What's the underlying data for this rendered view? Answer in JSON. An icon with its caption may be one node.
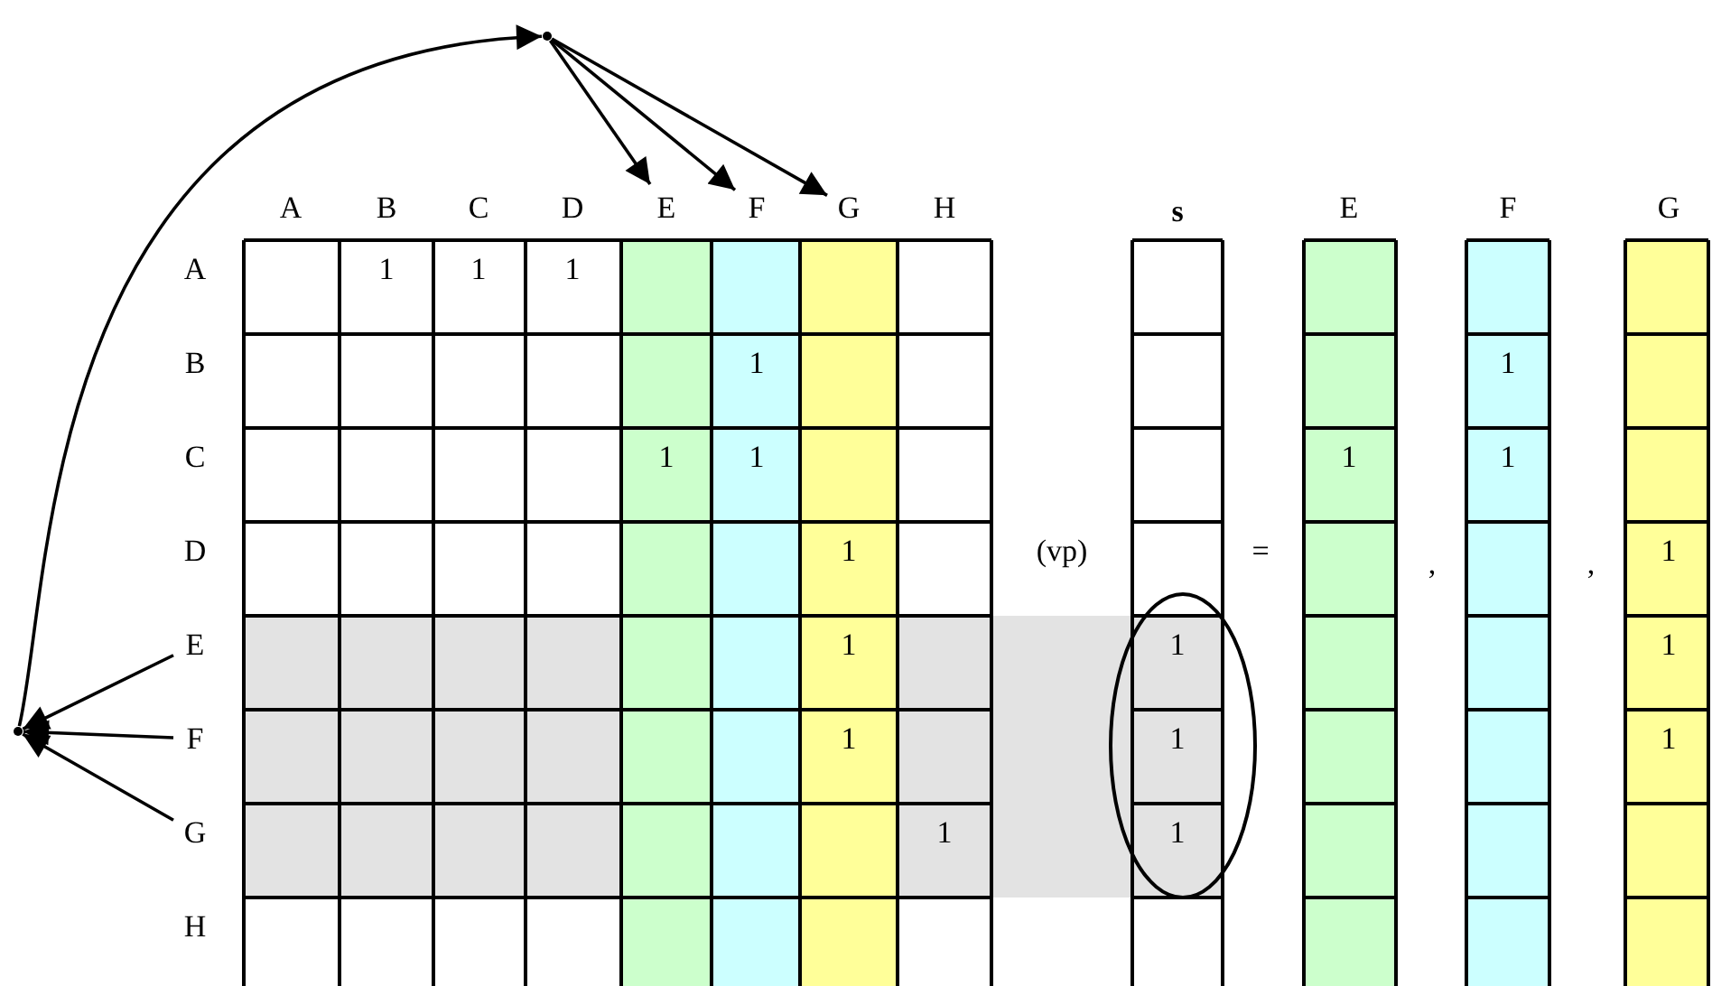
{
  "diagram": {
    "nodes": [
      {
        "text": [],
        "shape": "point"
      },
      {
        "text": [],
        "shape": "point"
      },
      {
        "text": [
          "E"
        ]
      },
      {
        "text": [
          "F"
        ]
      },
      {
        "text": [
          "G"
        ]
      },
      {
        "text": [
          "E"
        ]
      },
      {
        "text": [
          "F"
        ]
      },
      {
        "text": [
          "G"
        ]
      }
    ],
    "edges": [
      {
        "from": 1,
        "to": 0,
        "arrow": "to"
      },
      {
        "from": 0,
        "to": 2,
        "arrow": "to"
      },
      {
        "from": 0,
        "to": 3,
        "arrow": "to"
      },
      {
        "from": 0,
        "to": 4,
        "arrow": "to"
      },
      {
        "from": 5,
        "to": 1,
        "arrow": "to"
      },
      {
        "from": 6,
        "to": 1,
        "arrow": "to"
      },
      {
        "from": 7,
        "to": 1,
        "arrow": "to"
      }
    ],
    "labels": [
      "A",
      "B",
      "C",
      "D",
      "H",
      "s",
      "E",
      "F",
      "G",
      "A",
      "1",
      "1",
      "1",
      "B",
      "1",
      "1",
      "C",
      "1",
      "1",
      "1",
      "1",
      "D",
      "1",
      "(vp)",
      "=",
      ",",
      ",",
      "1",
      "1",
      "1",
      "1",
      "1",
      "1",
      "1",
      "1",
      "1",
      "H"
    ]
  }
}
